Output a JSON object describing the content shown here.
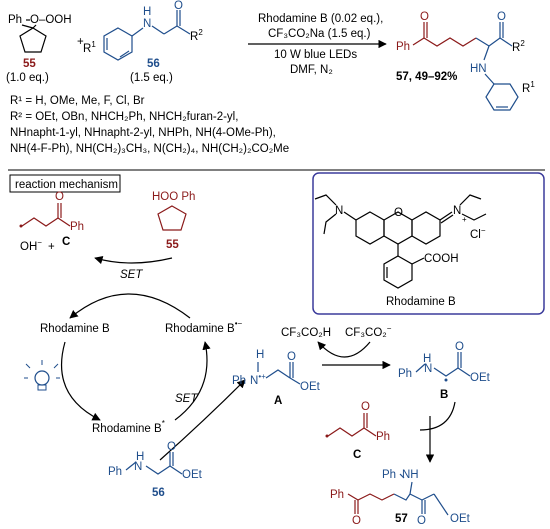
{
  "reaction": {
    "reagent_line1": "Rhodamine B (0.02 eq.),",
    "reagent_line2": "CF₃CO₂Na (1.5 eq.)",
    "conditions_line1": "10 W blue LEDs",
    "conditions_line2": "DMF, N₂",
    "compound55_label": "55",
    "compound55_eq": "(1.0 eq.)",
    "compound56_label": "56",
    "compound56_eq": "(1.5 eq.)",
    "product_label": "57, 49–92%",
    "plus": "+",
    "oo_h": "O–OOH",
    "ph": "Ph",
    "r1": "R¹",
    "r2": "R²",
    "nh": "N",
    "h": "H",
    "o": "O",
    "hn": "HN"
  },
  "substituents": {
    "r1_line": "R¹ = H, OMe, Me, F, Cl, Br",
    "r2_line1": "R² = OEt, OBn, NHCH₂Ph, NHCH₂furan-2-yl,",
    "r2_line2": "NHnapht-1-yl, NHnapht-2-yl, NHPh, NH(4-OMe-Ph),",
    "r2_line3": "NH(4-F-Ph), NH(CH₂)₃CH₃, N(CH₂)₄, NH(CH₂)₂CO₂Me"
  },
  "mechanism": {
    "section_label": "reaction mechanism",
    "rhodamine_b_left": "Rhodamine B",
    "rhodamine_b_radical": "Rhodamine B",
    "rhodamine_b_excited": "Rhodamine B",
    "set_top": "SET",
    "set_bottom": "SET",
    "oh_minus": "OH",
    "plus": "+",
    "label_c_top": "C",
    "label_55": "55",
    "hoo_ph": "HOO  Ph",
    "label_a": "A",
    "label_b": "B",
    "label_c_bottom": "C",
    "label_56": "56",
    "label_57": "57",
    "cf3co2h": "CF₃CO₂H",
    "cf3co2_minus": "CF₃CO₂",
    "ph": "Ph",
    "oet": "OEt",
    "o": "O",
    "nh": "NH",
    "n_plus_h": "H",
    "rhodamine_box_label": "Rhodamine B",
    "cooh": "COOH",
    "cl": "Cl",
    "n": "N",
    "o_ring": "O"
  },
  "colors": {
    "red": "#8b1a1a",
    "blue": "#1f4e8c",
    "box_border": "#3b3b9b"
  }
}
